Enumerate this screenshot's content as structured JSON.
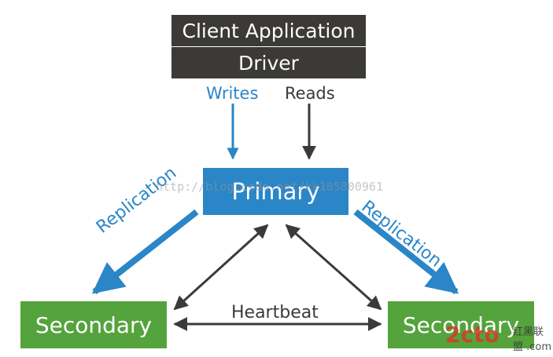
{
  "client_application": "Client Application",
  "driver": "Driver",
  "writes": "Writes",
  "reads": "Reads",
  "primary": "Primary",
  "replication_left": "Replication",
  "replication_right": "Replication",
  "heartbeat": "Heartbeat",
  "secondary_left": "Secondary",
  "secondary_right": "Secondary",
  "watermark_url": "http://blog.csdn.net/kk185800961",
  "watermark_logo": "2cto",
  "watermark_logo_sub": "红黑联盟 .com",
  "colors": {
    "dark": "#3b3a38",
    "blue": "#2a86c7",
    "green": "#54a33c"
  }
}
